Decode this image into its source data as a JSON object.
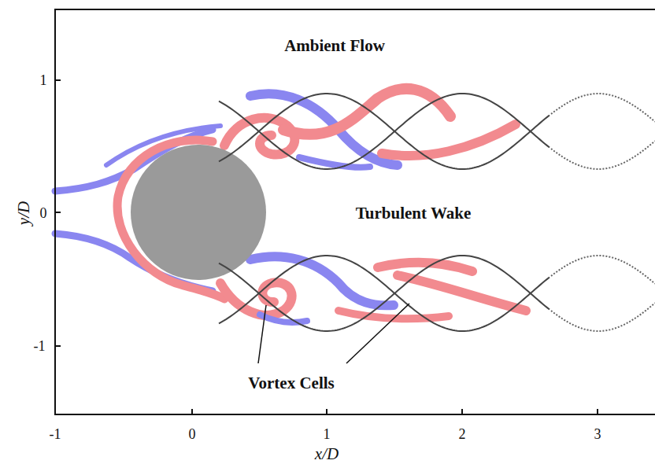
{
  "diagram": {
    "labels": [
      "Ambient Flow",
      "Turbulent Wake",
      "Vortex Cells",
      "1",
      "0",
      "-1",
      "y/D",
      "-1",
      "0",
      "1",
      "2",
      "3",
      "x/D"
    ]
  }
}
